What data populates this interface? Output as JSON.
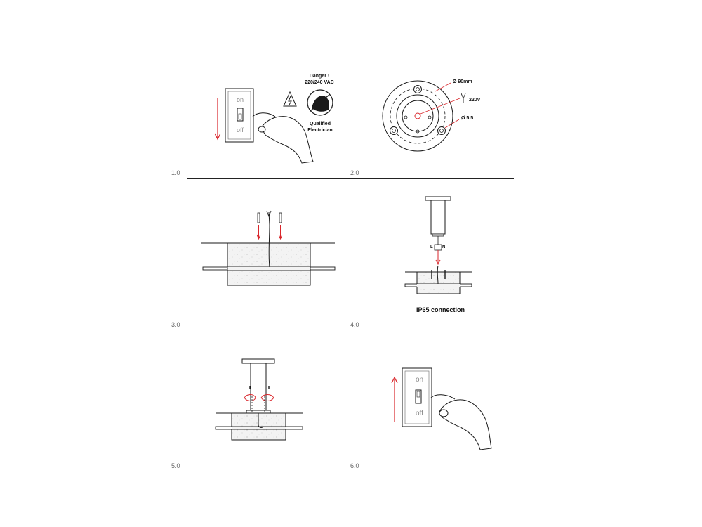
{
  "steps": [
    {
      "number": "1.0"
    },
    {
      "number": "2.0"
    },
    {
      "number": "3.0"
    },
    {
      "number": "4.0"
    },
    {
      "number": "5.0"
    },
    {
      "number": "6.0"
    }
  ],
  "switch_labels": {
    "on": "on",
    "off": "off"
  },
  "warning": {
    "danger_line1": "Danger !",
    "danger_line2": "220/240 VAC",
    "qualified_line1": "Qualified",
    "qualified_line2": "Electrician"
  },
  "base_plate": {
    "diameter": "Ø 90mm",
    "voltage": "220V",
    "hole": "Ø 5.5"
  },
  "connection": {
    "caption": "IP65 connection",
    "terminal_l": "L",
    "terminal_n": "N"
  },
  "colors": {
    "accent_red": "#d9262b",
    "line": "#1a1a1a",
    "concrete_fill": "#f1f1f1"
  }
}
